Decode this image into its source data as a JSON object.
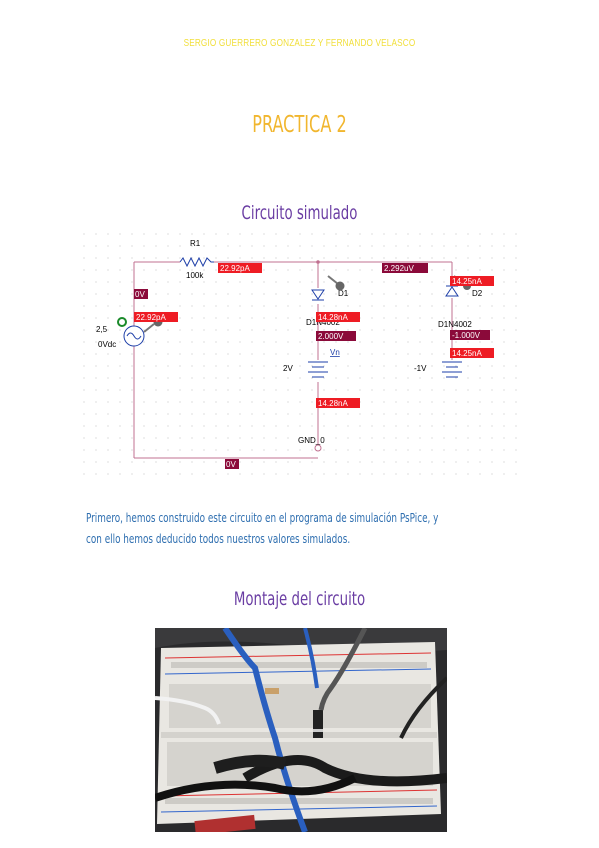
{
  "header": {
    "authors": "SERGIO GUERRERO GONZALEZ Y FERNANDO VELASCO"
  },
  "title": "PRACTICA 2",
  "sections": {
    "simulated": "Circuito simulado",
    "assembly": "Montaje del circuito"
  },
  "paragraph": {
    "line1": "Primero, hemos construido este circuito en el programa de simulación PsPice, y",
    "line2": "con ello hemos deducido todos nuestros valores simulados."
  },
  "schematic": {
    "r1_name": "R1",
    "r1_value": "100k",
    "source_value": "2,5",
    "source_dc": "0Vdc",
    "d1_name": "D1",
    "d1_model": "D1N4002",
    "d2_name": "D2",
    "d2_model": "D1N4002",
    "v2_value": "2V",
    "v2_label": "Vn",
    "v3_value": "-1V",
    "ground": "GND_0",
    "probes": {
      "r1_current": "22.92pA",
      "top_left_voltage": "0V",
      "source_current": "22.92pA",
      "d1_current": "14.28nA",
      "d1_voltage": "2.000V",
      "top_right_voltage": "2.292uV",
      "d2_current": "14.25nA",
      "d2_voltage": "-1.000V",
      "v3_current": "14.25nA",
      "v2_current": "14.28nA",
      "bottom_voltage": "0V"
    },
    "colors": {
      "wire": "#c07090",
      "probe_red": "#ee1c24",
      "probe_dark": "#8b0a3a",
      "component": "#1e3fa8"
    }
  }
}
